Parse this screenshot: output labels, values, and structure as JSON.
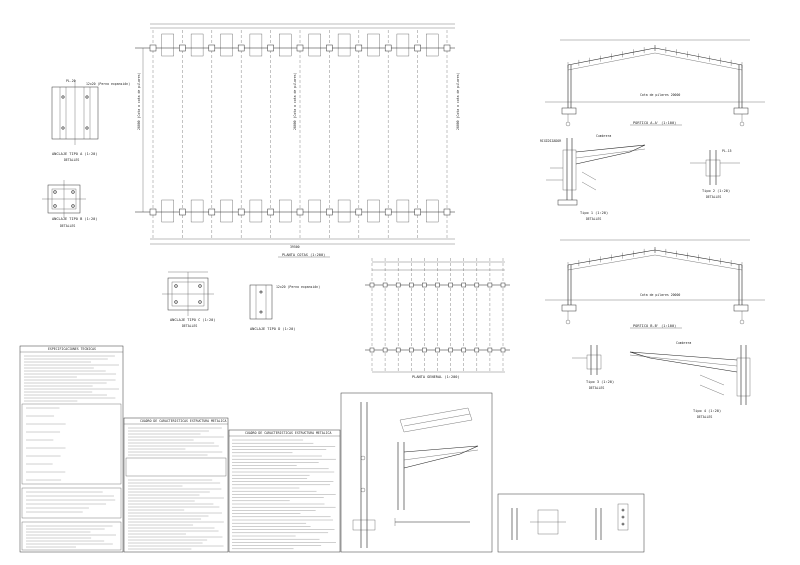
{
  "views": {
    "plan_main": "PLANTA COTAS (1:200)",
    "plan_general": "PLANTA GENERAL (1:200)",
    "anchor_a1": "ANCLAJE TIPO A (1:20)",
    "anchor_a1_sub": "DETALLES",
    "anchor_a2": "ANCLAJE TIPO B (1:20)",
    "anchor_a2_sub": "DETALLES",
    "anchor_b1": "ANCLAJE TIPO C (1:20)",
    "anchor_b1_sub": "DETALLES",
    "anchor_b2": "ANCLAJE TIPO D (1:20)",
    "portico_1": "PORTICO A-A' (1:100)",
    "portico_2": "PORTICO B-B' (1:100)",
    "detail_1": "Tipo 1 (1:20)",
    "detail_1_sub": "DETALLES",
    "detail_2": "Tipo 2 (1:20)",
    "detail_2_sub": "DETALLES",
    "detail_3": "Tipo 3 (1:20)",
    "detail_3_sub": "DETALLES",
    "detail_4": "Tipo 4 (1:20)",
    "detail_4_sub": "DETALLES"
  },
  "notes": {
    "note_1_title": "ESPECIFICACIONES TECNICAS",
    "note_2_title": "CUADRO DE CARACTERISTICAS ESTRUCTURA METALICA",
    "note_3_title": "CUADRO DE CARACTERISTICAS ESTRUCTURA METALICA"
  }
}
